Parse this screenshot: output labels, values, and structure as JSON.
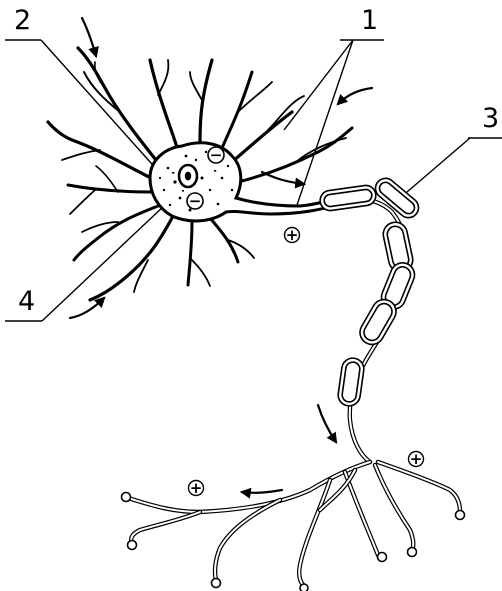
{
  "labels": {
    "l1": "1",
    "l2": "2",
    "l3": "3",
    "l4": "4"
  },
  "charge_signs": {
    "negative": "−",
    "positive": "+"
  }
}
